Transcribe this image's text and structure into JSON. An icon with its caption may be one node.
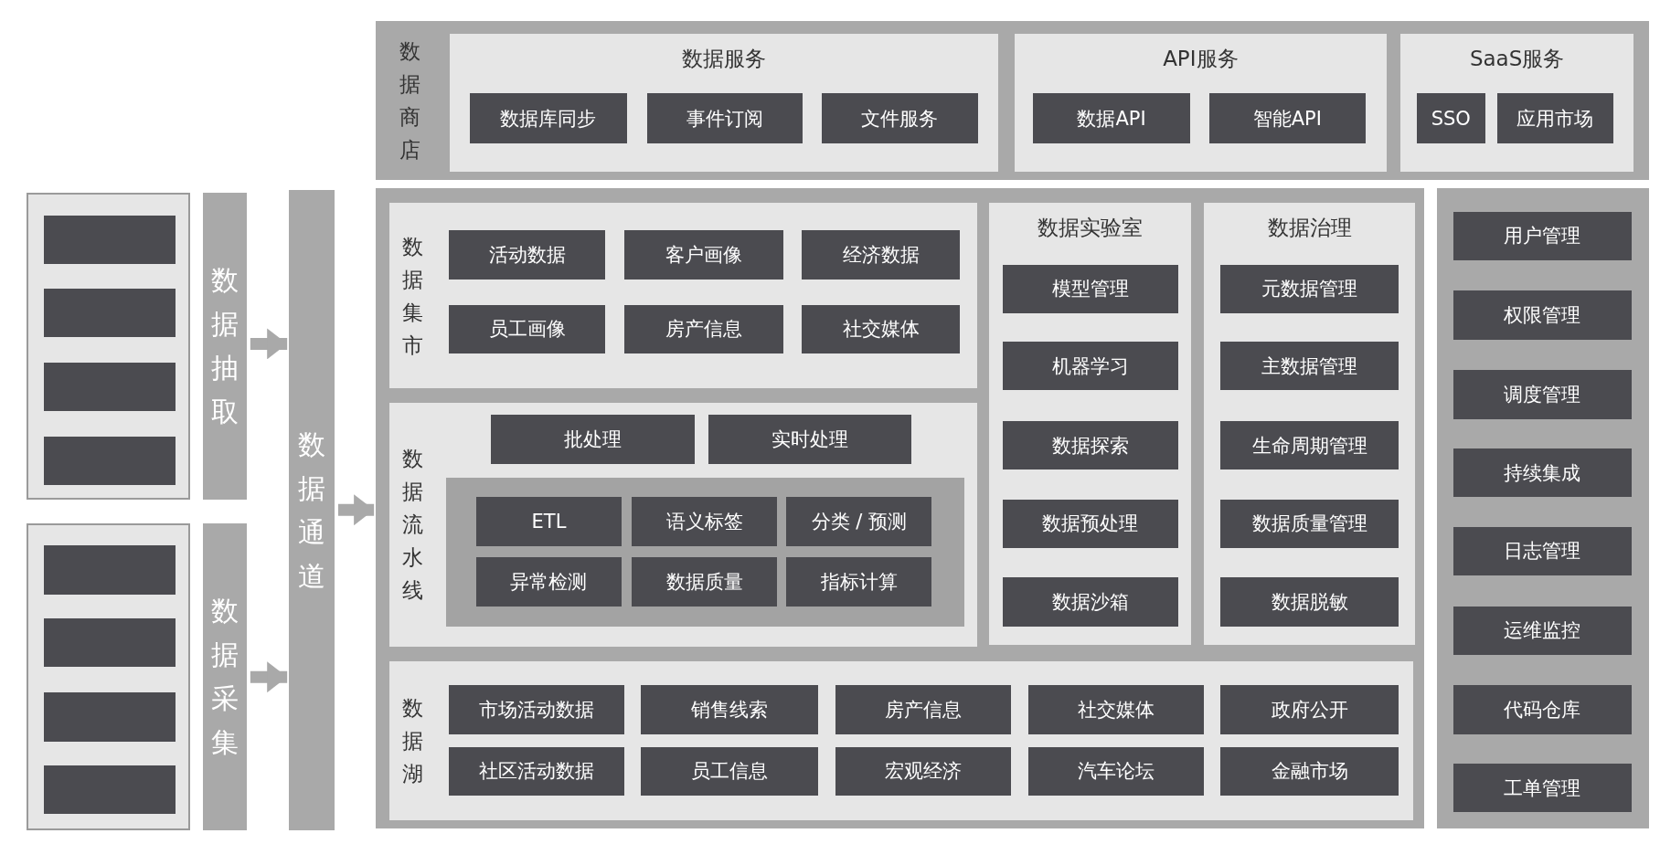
{
  "diagram": {
    "nodes": [
      {
        "text": [
          "数据商店"
        ]
      },
      {
        "text": [
          "数据服务"
        ],
        "in": 0
      },
      {
        "text": [
          "数据库同步"
        ],
        "in": 1
      },
      {
        "text": [
          "事件订阅"
        ],
        "in": 1
      },
      {
        "text": [
          "文件服务"
        ],
        "in": 1
      },
      {
        "text": [
          "API服务"
        ],
        "in": 0
      },
      {
        "text": [
          "数据API"
        ],
        "in": 5
      },
      {
        "text": [
          "智能API"
        ],
        "in": 5
      },
      {
        "text": [
          "SaaS服务"
        ],
        "in": 0
      },
      {
        "text": [
          "SSO"
        ],
        "in": 8
      },
      {
        "text": [
          "应用市场"
        ],
        "in": 8
      },
      {
        "text": [],
        "shape": "box"
      },
      {
        "text": [],
        "shape": "box",
        "in": 11
      },
      {
        "text": [],
        "shape": "box",
        "in": 11
      },
      {
        "text": [],
        "shape": "box",
        "in": 11
      },
      {
        "text": [],
        "shape": "box",
        "in": 11
      },
      {
        "text": [
          "数据抽取"
        ]
      },
      {
        "text": [],
        "shape": "box"
      },
      {
        "text": [],
        "shape": "box",
        "in": 17
      },
      {
        "text": [],
        "shape": "box",
        "in": 17
      },
      {
        "text": [],
        "shape": "box",
        "in": 17
      },
      {
        "text": [],
        "shape": "box",
        "in": 17
      },
      {
        "text": [
          "数据采集"
        ]
      },
      {
        "text": [
          "数据通道"
        ]
      },
      {
        "text": [],
        "shape": "box"
      },
      {
        "text": [
          "数据集市"
        ],
        "in": 24
      },
      {
        "text": [
          "活动数据"
        ],
        "in": 25
      },
      {
        "text": [
          "客户画像"
        ],
        "in": 25
      },
      {
        "text": [
          "经济数据"
        ],
        "in": 25
      },
      {
        "text": [
          "员工画像"
        ],
        "in": 25
      },
      {
        "text": [
          "房产信息"
        ],
        "in": 25
      },
      {
        "text": [
          "社交媒体"
        ],
        "in": 25
      },
      {
        "text": [
          "数据流水线"
        ],
        "in": 24
      },
      {
        "text": [
          "批处理"
        ],
        "in": 32
      },
      {
        "text": [
          "实时处理"
        ],
        "in": 32
      },
      {
        "text": [],
        "shape": "box",
        "in": 32
      },
      {
        "text": [
          "ETL"
        ],
        "in": 35
      },
      {
        "text": [
          "语义标签"
        ],
        "in": 35
      },
      {
        "text": [
          "分类 / 预测"
        ],
        "in": 35
      },
      {
        "text": [
          "异常检测"
        ],
        "in": 35
      },
      {
        "text": [
          "数据质量"
        ],
        "in": 35
      },
      {
        "text": [
          "指标计算"
        ],
        "in": 35
      },
      {
        "text": [
          "数据实验室"
        ],
        "in": 24
      },
      {
        "text": [
          "模型管理"
        ],
        "in": 42
      },
      {
        "text": [
          "机器学习"
        ],
        "in": 42
      },
      {
        "text": [
          "数据探索"
        ],
        "in": 42
      },
      {
        "text": [
          "数据预处理"
        ],
        "in": 42
      },
      {
        "text": [
          "数据沙箱"
        ],
        "in": 42
      },
      {
        "text": [
          "数据治理"
        ],
        "in": 24
      },
      {
        "text": [
          "元数据管理"
        ],
        "in": 48
      },
      {
        "text": [
          "主数据管理"
        ],
        "in": 48
      },
      {
        "text": [
          "生命周期管理"
        ],
        "in": 48
      },
      {
        "text": [
          "数据质量管理"
        ],
        "in": 48
      },
      {
        "text": [
          "数据脱敏"
        ],
        "in": 48
      },
      {
        "text": [
          "数据湖"
        ],
        "in": 24
      },
      {
        "text": [
          "市场活动数据"
        ],
        "in": 54
      },
      {
        "text": [
          "销售线索"
        ],
        "in": 54
      },
      {
        "text": [
          "房产信息"
        ],
        "in": 54
      },
      {
        "text": [
          "社交媒体"
        ],
        "in": 54
      },
      {
        "text": [
          "政府公开"
        ],
        "in": 54
      },
      {
        "text": [
          "社区活动数据"
        ],
        "in": 54
      },
      {
        "text": [
          "员工信息"
        ],
        "in": 54
      },
      {
        "text": [
          "宏观经济"
        ],
        "in": 54
      },
      {
        "text": [
          "汽车论坛"
        ],
        "in": 54
      },
      {
        "text": [
          "金融市场"
        ],
        "in": 54
      },
      {
        "text": [],
        "shape": "box"
      },
      {
        "text": [
          "用户管理"
        ],
        "in": 65
      },
      {
        "text": [
          "权限管理"
        ],
        "in": 65
      },
      {
        "text": [
          "调度管理"
        ],
        "in": 65
      },
      {
        "text": [
          "持续集成"
        ],
        "in": 65
      },
      {
        "text": [
          "日志管理"
        ],
        "in": 65
      },
      {
        "text": [
          "运维监控"
        ],
        "in": 65
      },
      {
        "text": [
          "代码仓库"
        ],
        "in": 65
      },
      {
        "text": [
          "工单管理"
        ],
        "in": 65
      }
    ],
    "edges": [
      {
        "from": 16,
        "to": 23,
        "arrow": "to"
      },
      {
        "from": 22,
        "to": 23,
        "arrow": "to"
      },
      {
        "from": 23,
        "to": 24,
        "arrow": "to"
      }
    ]
  }
}
